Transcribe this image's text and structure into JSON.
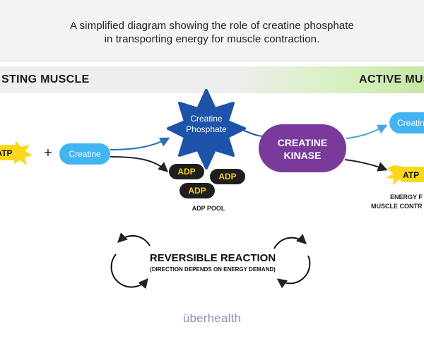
{
  "header": {
    "line1": "A simplified diagram showing the role of creatine phosphate",
    "line2": "in transporting energy for muscle contraction."
  },
  "bands": {
    "left_label": "STING MUSCLE",
    "right_label": "ACTIVE MUS"
  },
  "left": {
    "atp_label": "ATP",
    "plus": "+",
    "creatine_label": "Creatine"
  },
  "center": {
    "creatine_phosphate_line1": "Creatine",
    "creatine_phosphate_line2": "Phosphate",
    "adp_labels": [
      "ADP",
      "ADP",
      "ADP"
    ],
    "adp_pool_label": "ADP POOL",
    "enzyme_line1": "CREATINE",
    "enzyme_line2": "KINASE"
  },
  "right": {
    "creatine_label": "Creatin",
    "atp_label": "ATP",
    "energy_line1": "ENERGY F",
    "energy_line2": "MUSCLE CONTR"
  },
  "reaction": {
    "title": "REVERSIBLE REACTION",
    "subtitle": "(DIRECTION DEPENDS ON ENERGY DEMAND)"
  },
  "logo": "überhealth",
  "colors": {
    "creatine_blue": "#42b4f2",
    "phosphate_navy": "#1d53a8",
    "kinase_purple": "#7a3a9c",
    "adp_dark": "#1f1f1f",
    "adp_text": "#f5cf1d",
    "atp_yellow": "#f9d81c",
    "active_green": "#c6e7a6"
  }
}
